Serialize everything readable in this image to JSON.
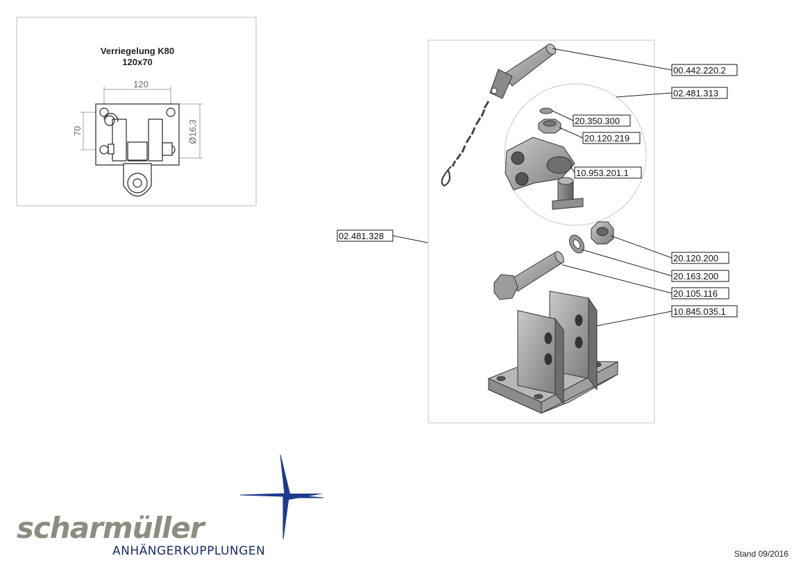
{
  "overview": {
    "title": "Verriegelung K80",
    "subtitle": "120x70",
    "dim_width": "120",
    "dim_height": "70",
    "dim_hole": "Ø16,3"
  },
  "parts": [
    {
      "id": "p1",
      "label": "00.442.220.2"
    },
    {
      "id": "p2",
      "label": "02.481.313"
    },
    {
      "id": "p3",
      "label": "20.350.300"
    },
    {
      "id": "p4",
      "label": "20.120.219"
    },
    {
      "id": "p5",
      "label": "10.953.201.1"
    },
    {
      "id": "p6",
      "label": "02.481.328"
    },
    {
      "id": "p7",
      "label": "20.120.200"
    },
    {
      "id": "p8",
      "label": "20.163.200"
    },
    {
      "id": "p9",
      "label": "20.105.116"
    },
    {
      "id": "p10",
      "label": "10.845.035.1"
    }
  ],
  "logo": {
    "brand": "scharmüller",
    "tagline": "ANHÄNGERKUPPLUNGEN",
    "brand_color": "#1f3a8c",
    "text_color": "#8c8c80"
  },
  "footer": {
    "stand": "Stand 09/2016"
  }
}
